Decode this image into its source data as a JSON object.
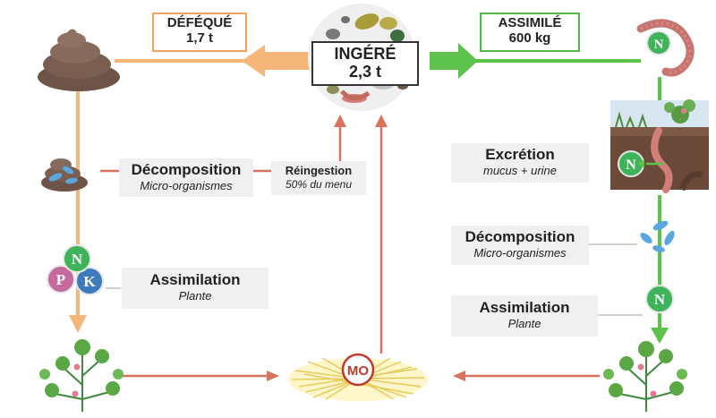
{
  "boxes": {
    "defeque": {
      "title": "DÉFÉQUÉ",
      "value": "1,7 t"
    },
    "ingere": {
      "title": "INGÉRÉ",
      "value": "2,3 t"
    },
    "assimile": {
      "title": "ASSIMILÉ",
      "value": "600 kg"
    }
  },
  "labels": {
    "decomposition_left": {
      "title": "Décomposition",
      "sub": "Micro-organismes"
    },
    "reingestion": {
      "title": "Réingestion",
      "sub": "50% du menu"
    },
    "assimilation_left": {
      "title": "Assimilation",
      "sub": "Plante"
    },
    "excretion": {
      "title": "Excrétion",
      "sub": "mucus + urine"
    },
    "decomposition_right": {
      "title": "Décomposition",
      "sub": "Micro-organismes"
    },
    "assimilation_right": {
      "title": "Assimilation",
      "sub": "Plante"
    }
  },
  "nutrients": {
    "n": "N",
    "p": "P",
    "k": "K"
  },
  "mo_label": "MO",
  "colors": {
    "orange": "#f5b679",
    "green": "#5cc24c",
    "red": "#d9725a",
    "soil": "#6b4a3a"
  },
  "icons": [
    "dung-pile-icon",
    "worm-icon",
    "food-circle-icon",
    "plant-icon",
    "mulch-icon",
    "soil-section-icon",
    "microbe-icon"
  ]
}
